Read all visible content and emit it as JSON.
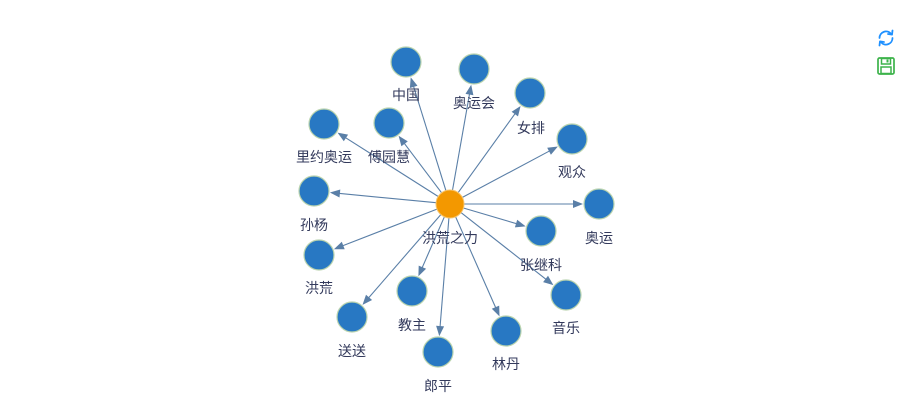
{
  "graph": {
    "center": {
      "label": "洪荒之力"
    },
    "leaves": [
      {
        "label": "中国"
      },
      {
        "label": "奥运会"
      },
      {
        "label": "女排"
      },
      {
        "label": "观众"
      },
      {
        "label": "奥运"
      },
      {
        "label": "张继科"
      },
      {
        "label": "音乐"
      },
      {
        "label": "林丹"
      },
      {
        "label": "郎平"
      },
      {
        "label": "教主"
      },
      {
        "label": "送送"
      },
      {
        "label": "洪荒"
      },
      {
        "label": "孙杨"
      },
      {
        "label": "里约奥运"
      },
      {
        "label": "傅园慧"
      }
    ]
  },
  "toolbox": {
    "restore": {
      "title": "还原"
    },
    "save": {
      "title": "保存为图片"
    }
  },
  "colors": {
    "center_node": "#f39800",
    "leaf_node": "#2878c3",
    "node_border": "#b9d3ae",
    "edge": "#5a7fa7",
    "label": "#333a5c",
    "restore_icon": "#1e90ff",
    "save_icon": "#3cb34a"
  }
}
